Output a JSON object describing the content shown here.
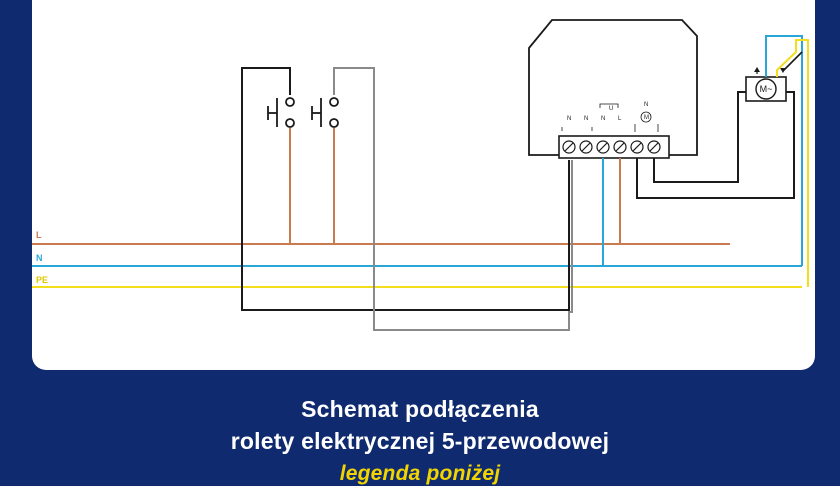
{
  "wire_labels": {
    "line": "L",
    "neutral": "N",
    "pe": "PE"
  },
  "module": {
    "terminals_top": [
      "N",
      "N",
      "U",
      "N",
      "L",
      "N"
    ],
    "motor_mark": "M"
  },
  "motor": {
    "label": "M~"
  },
  "caption": {
    "line1": "Schemat podłączenia",
    "line2": "rolety elektrycznej 5-przewodowej",
    "line3": "legenda poniżej"
  },
  "colors": {
    "background": "#0f2a6e",
    "line_L": "#c97b4f",
    "neutral_N": "#2aa7d8",
    "pe": "#f2de1a",
    "black": "#1a1a1a",
    "gray": "#8a8a8a"
  }
}
